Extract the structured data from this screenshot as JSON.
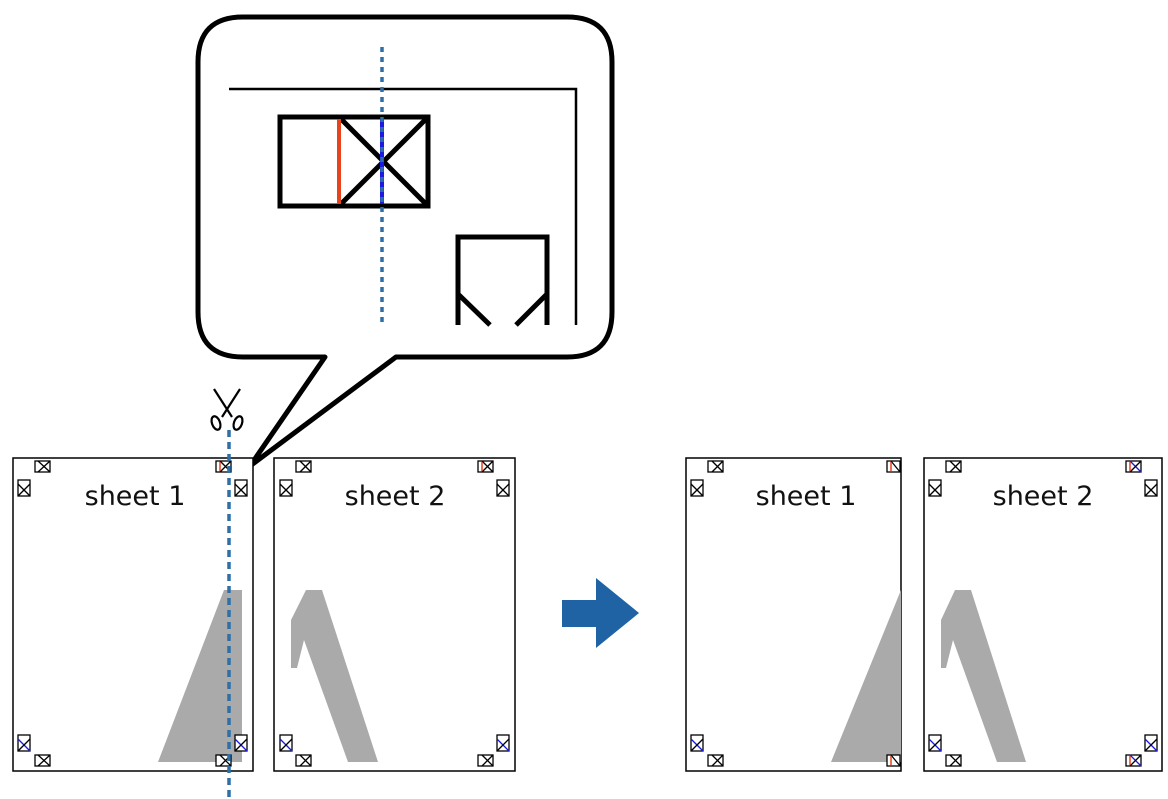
{
  "sheets_before": [
    {
      "label": "sheet 1"
    },
    {
      "label": "sheet 2"
    }
  ],
  "sheets_after": [
    {
      "label": "sheet 1"
    },
    {
      "label": "sheet 2"
    }
  ],
  "icons": {
    "scissors": "scissors-icon",
    "arrow": "right-arrow-icon",
    "callout": "magnifier-callout"
  },
  "colors": {
    "cut_line": "#2e6fa8",
    "arrow": "#1f63a5",
    "figure_gray": "#aaaaaa",
    "mark_red": "#e8431a",
    "mark_blue": "#1a1ae0",
    "stroke": "#000000"
  }
}
